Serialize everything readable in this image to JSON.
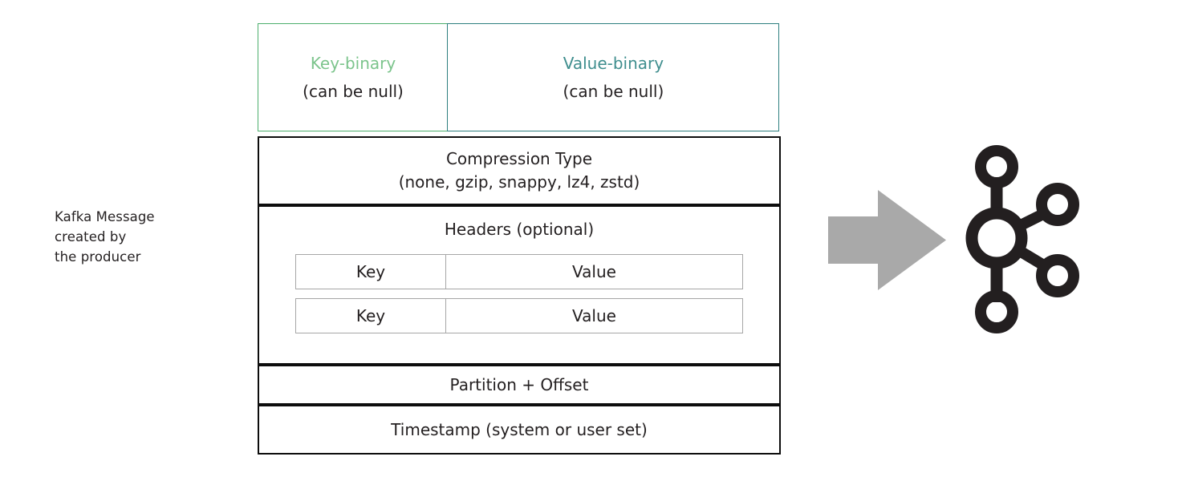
{
  "caption": {
    "lines": [
      "Kafka Message",
      "created by",
      "the producer"
    ]
  },
  "record": {
    "key_box": {
      "title": "Key-binary",
      "subtitle": "(can be null)",
      "color": "#7cc48c",
      "border_color": "#4caf6d"
    },
    "value_box": {
      "title": "Value-binary",
      "subtitle": "(can be null)",
      "color": "#3f8e8e",
      "border_color": "#2e7f7f"
    },
    "compression": {
      "line1": "Compression Type",
      "line2": "(none, gzip, snappy, lz4, zstd)"
    },
    "headers": {
      "title": "Headers (optional)",
      "column_labels": [
        "Key",
        "Value"
      ],
      "rows": [
        {
          "key": "Key",
          "value": "Value"
        },
        {
          "key": "Key",
          "value": "Value"
        }
      ]
    },
    "partition": {
      "label": "Partition + Offset"
    },
    "timestamp": {
      "label": "Timestamp (system or user set)"
    }
  },
  "arrow": {
    "icon": "right-arrow-icon",
    "color": "#a9a9a9"
  },
  "kafka_logo": {
    "icon": "kafka-logo-icon",
    "color": "#231f20"
  },
  "colors": {
    "background": "#ffffff",
    "text": "#231f20",
    "band_border": "#0d0d0d",
    "inner_table_border": "#a6a6a6",
    "green_accent": "#7cc48c",
    "teal_accent": "#3f8e8e",
    "arrow_gray": "#a9a9a9"
  }
}
